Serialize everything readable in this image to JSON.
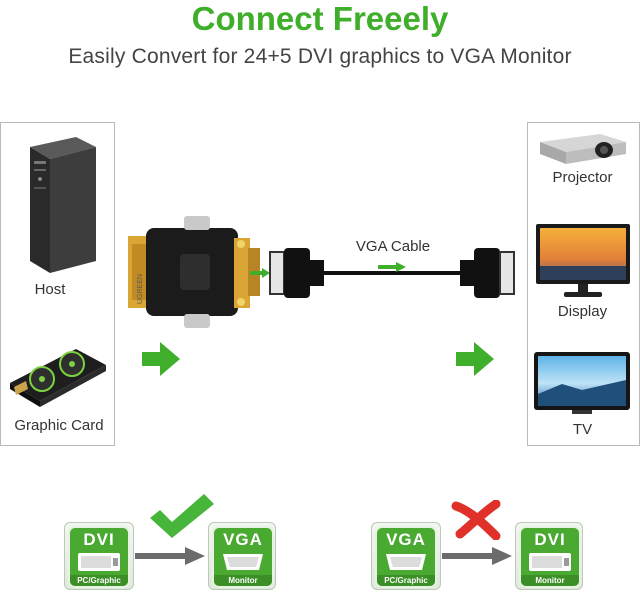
{
  "header": {
    "title": "Connect Freeely",
    "subtitle": "Easily Convert for 24+5 DVI graphics to VGA Monitor"
  },
  "left_panel": {
    "host_label": "Host",
    "graphic_card_label": "Graphic Card"
  },
  "middle": {
    "cable_label": "VGA Cable"
  },
  "right_panel": {
    "projector_label": "Projector",
    "display_label": "Display",
    "tv_label": "TV"
  },
  "compat": {
    "supported": {
      "from_top": "DVI",
      "from_bottom": "PC/Graphic Card",
      "to_top": "VGA",
      "to_bottom": "Monitor"
    },
    "unsupported": {
      "from_top": "VGA",
      "from_bottom": "PC/Graphic Card",
      "to_top": "DVI",
      "to_bottom": "Monitor"
    }
  },
  "colors": {
    "brand_green": "#3fae2a",
    "badge_green": "#4aa930",
    "cross_red": "#e0302a"
  }
}
